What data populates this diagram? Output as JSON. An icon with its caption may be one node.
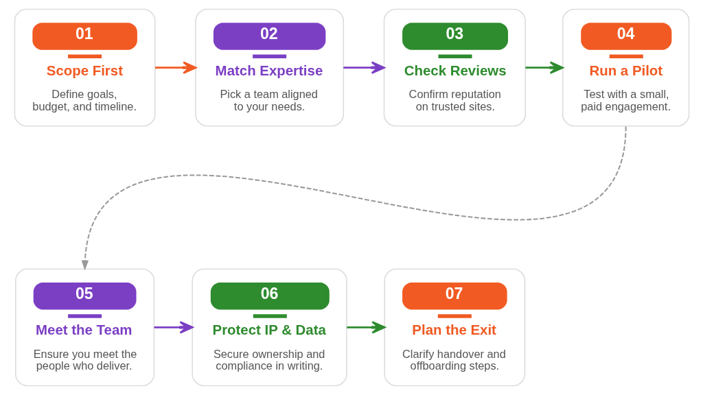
{
  "diagram": {
    "nodes": [
      {
        "text": [
          "01",
          "Scope First",
          "Define goals, budget, and timeline."
        ]
      },
      {
        "text": [
          "02",
          "Match Expertise",
          "Pick a team aligned to your needs."
        ]
      },
      {
        "text": [
          "03",
          "Check Reviews",
          "Confirm reputation on trusted sites."
        ]
      },
      {
        "text": [
          "04",
          "Run a Pilot",
          "Test with a small, paid engagement."
        ]
      },
      {
        "text": [
          "05",
          "Meet the Team",
          "Ensure you meet the people who deliver."
        ]
      },
      {
        "text": [
          "06",
          "Protect IP & Data",
          "Secure ownership and compliance in writing."
        ]
      },
      {
        "text": [
          "07",
          "Plan the Exit",
          "Clarify handover and offboarding steps."
        ]
      }
    ],
    "edges": [
      {
        "from": 0,
        "to": 1,
        "arrow": "to",
        "color": "#f15a22"
      },
      {
        "from": 1,
        "to": 2,
        "arrow": "to",
        "color": "#7b3fc4"
      },
      {
        "from": 2,
        "to": 3,
        "arrow": "to",
        "color": "#2e8b2e"
      },
      {
        "from": 3,
        "to": 4,
        "arrow": "to",
        "style": "dashed",
        "color": "#999999"
      },
      {
        "from": 4,
        "to": 5,
        "arrow": "to",
        "color": "#7b3fc4"
      },
      {
        "from": 5,
        "to": 6,
        "arrow": "to",
        "color": "#2e8b2e"
      }
    ]
  }
}
